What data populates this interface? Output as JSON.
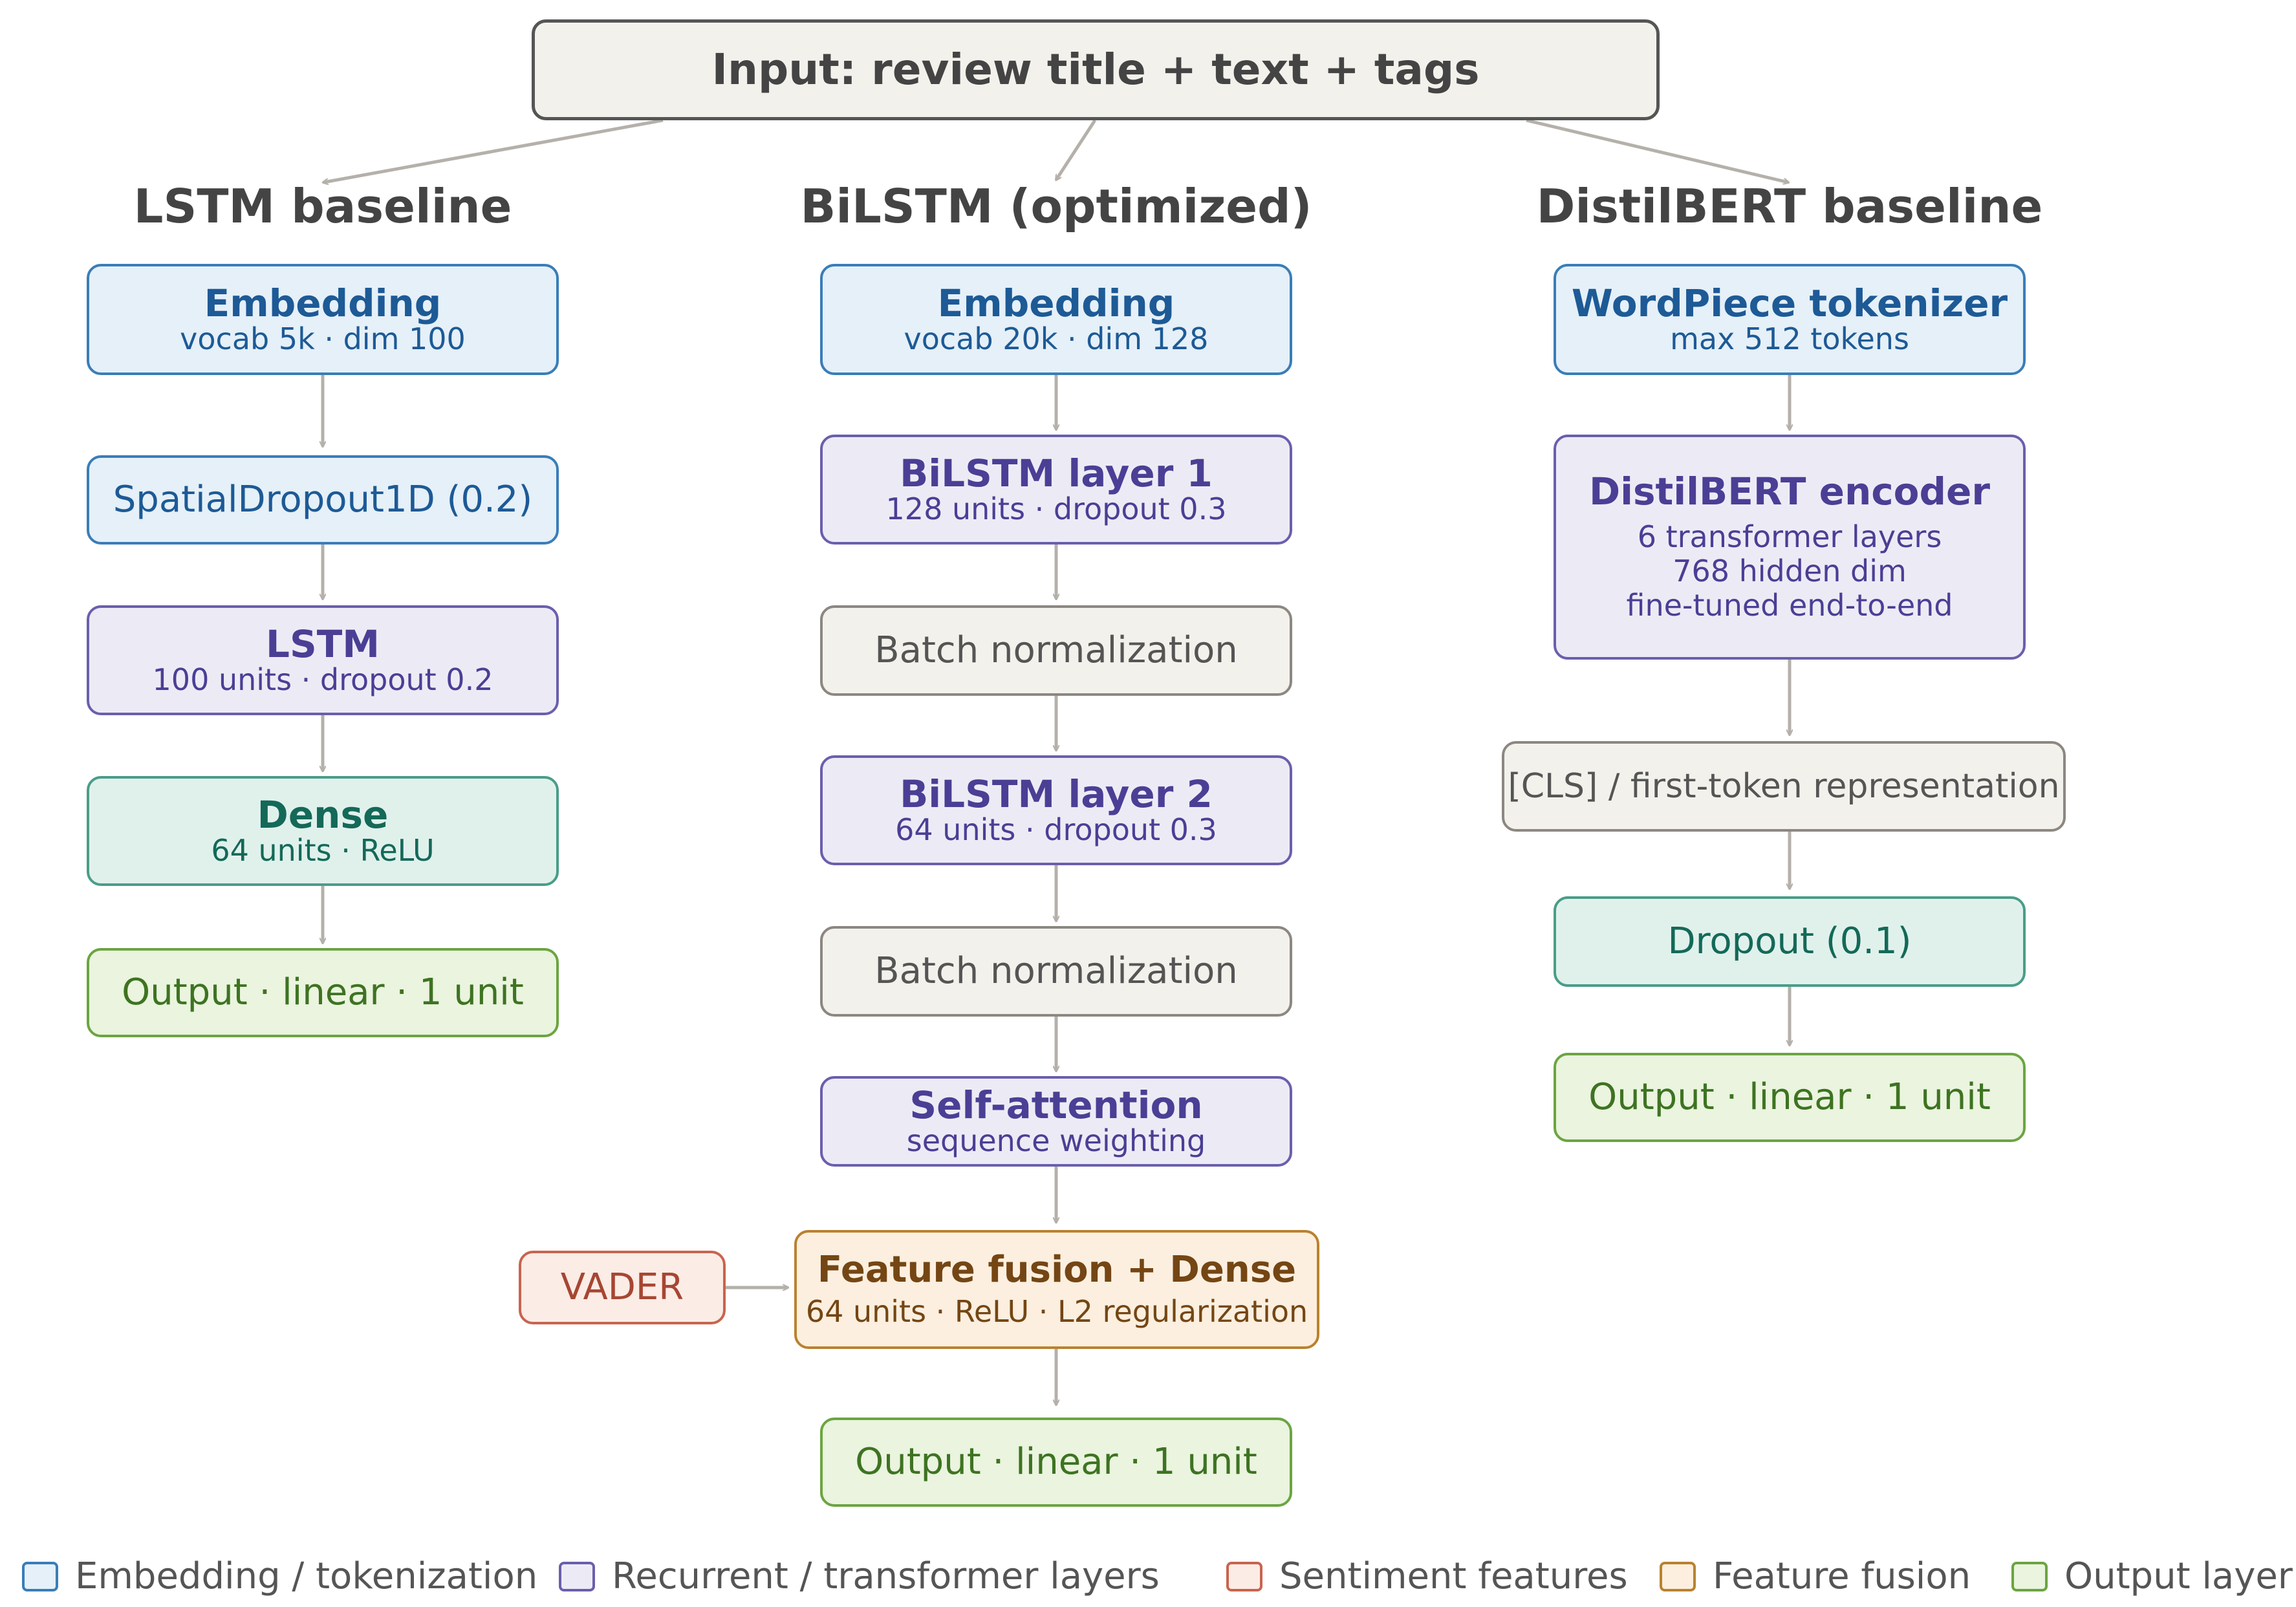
{
  "input": {
    "label": "Input: review title + text + tags"
  },
  "columns": {
    "lstm": {
      "heading": "LSTM baseline",
      "blocks": [
        {
          "title": "Embedding",
          "sub": "vocab 5k · dim 100"
        },
        {
          "title": "SpatialDropout1D (0.2)"
        },
        {
          "title": "LSTM",
          "sub": "100 units · dropout 0.2"
        },
        {
          "title": "Dense",
          "sub": "64 units · ReLU"
        },
        {
          "title": "Output · linear · 1 unit"
        }
      ]
    },
    "bilstm": {
      "heading": "BiLSTM (optimized)",
      "blocks": [
        {
          "title": "Embedding",
          "sub": "vocab 20k · dim 128"
        },
        {
          "title": "BiLSTM layer 1",
          "sub": "128 units · dropout 0.3"
        },
        {
          "title": "Batch normalization"
        },
        {
          "title": "BiLSTM layer 2",
          "sub": "64 units · dropout 0.3"
        },
        {
          "title": "Batch normalization"
        },
        {
          "title": "Self-attention",
          "sub": "sequence weighting"
        },
        {
          "title": "Feature fusion + Dense",
          "sub": "64 units · ReLU · L2 regularization"
        },
        {
          "title": "Output · linear · 1 unit"
        }
      ],
      "side_input": {
        "title": "VADER"
      }
    },
    "distilbert": {
      "heading": "DistilBERT baseline",
      "blocks": [
        {
          "title": "WordPiece tokenizer",
          "sub": "max 512 tokens"
        },
        {
          "title": "DistilBERT encoder",
          "sub_lines": [
            "6 transformer layers",
            "768 hidden dim",
            "fine-tuned end-to-end"
          ]
        },
        {
          "title": "[CLS] / first-token representation"
        },
        {
          "title": "Dropout (0.1)"
        },
        {
          "title": "Output · linear · 1 unit"
        }
      ]
    }
  },
  "legend": [
    {
      "label": "Embedding / tokenization",
      "color": "#3a7db8",
      "fill": "#e5f0f8"
    },
    {
      "label": "Recurrent / transformer layers",
      "color": "#6a5fad",
      "fill": "#ecebf5"
    },
    {
      "label": "Sentiment features",
      "color": "#c8644f",
      "fill": "#fbece6"
    },
    {
      "label": "Feature fusion",
      "color": "#b9822f",
      "fill": "#fcefdf"
    },
    {
      "label": "Output layer",
      "color": "#6ba541",
      "fill": "#eaf4de"
    }
  ],
  "colors": {
    "arrow": "#b5b0aa",
    "embedding": "#3a7db8",
    "recurrent": "#6a5fad",
    "neutral": "#8c8781",
    "dense": "#4a9d88",
    "output": "#6ba541",
    "fusion": "#b9822f",
    "sentiment": "#c8644f"
  }
}
